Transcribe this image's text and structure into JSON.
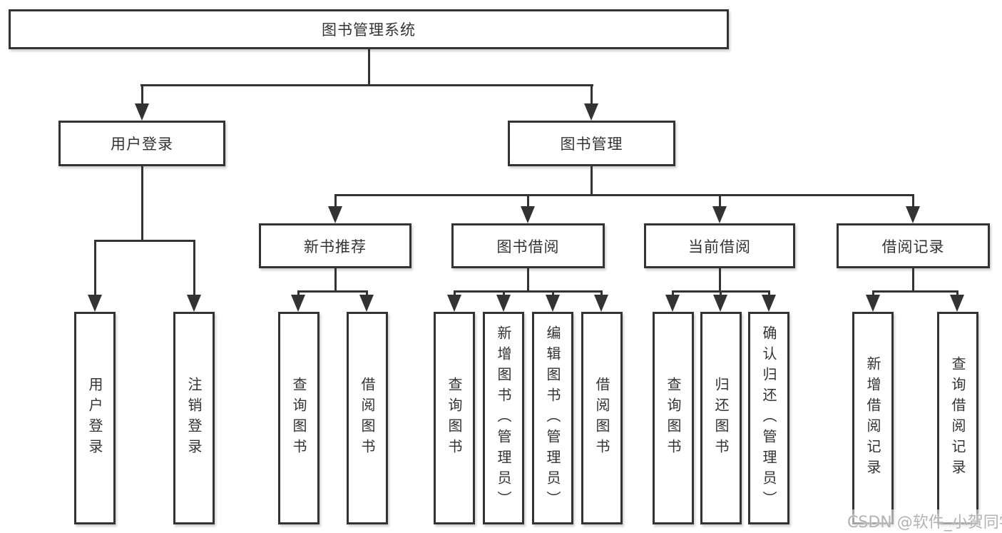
{
  "diagram_type": "hierarchy-tree",
  "style": {
    "line_color": "#333333",
    "text_color": "#333333",
    "box_background": "#ffffff",
    "page_background": "#ffffff",
    "watermark_color": "#b3b3b3"
  },
  "tree": {
    "label": "图书管理系统",
    "children": [
      {
        "label": "用户登录",
        "children": [
          {
            "label": "用户登录"
          },
          {
            "label": "注销登录"
          }
        ]
      },
      {
        "label": "图书管理",
        "children": [
          {
            "label": "新书推荐",
            "children": [
              {
                "label": "查询图书"
              },
              {
                "label": "借阅图书"
              }
            ]
          },
          {
            "label": "图书借阅",
            "children": [
              {
                "label": "查询图书"
              },
              {
                "label": "新增图书（管理员）"
              },
              {
                "label": "编辑图书（管理员）"
              },
              {
                "label": "借阅图书"
              }
            ]
          },
          {
            "label": "当前借阅",
            "children": [
              {
                "label": "查询图书"
              },
              {
                "label": "归还图书"
              },
              {
                "label": "确认归还（管理员）"
              }
            ]
          },
          {
            "label": "借阅记录",
            "children": [
              {
                "label": "新增借阅记录"
              },
              {
                "label": "查询借阅记录"
              }
            ]
          }
        ]
      }
    ]
  },
  "watermark": {
    "text": "CSDN @软件_小贺同学"
  }
}
